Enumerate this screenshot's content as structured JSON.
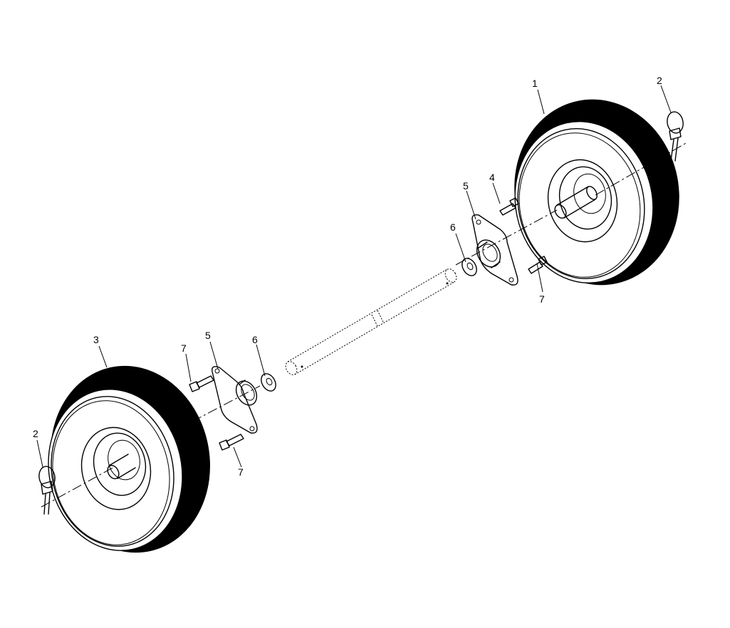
{
  "callouts": {
    "c1": "1",
    "c2_right": "2",
    "c2_left": "2",
    "c3": "3",
    "c4": "4",
    "c5_right": "5",
    "c5_left": "5",
    "c6_right": "6",
    "c6_left": "6",
    "c7_right": "7",
    "c7_left_top": "7",
    "c7_left_bottom": "7"
  },
  "colors": {
    "ink": "#000000",
    "paper": "#ffffff"
  }
}
